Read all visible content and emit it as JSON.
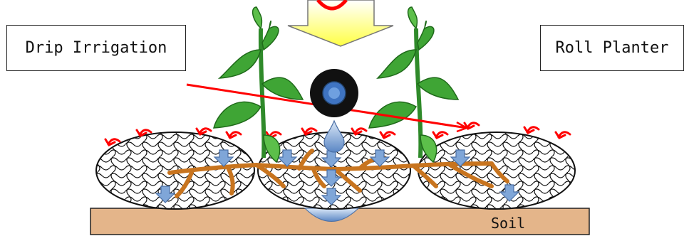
{
  "labels": {
    "drip_irrigation": "Drip Irrigation",
    "roll_planter": "Roll Planter",
    "soil": "Soil"
  },
  "colors": {
    "soil_fill": "#E4B58A",
    "arrow_yellow": "#FFFF66",
    "root_brown": "#C8741E",
    "water_blue": "#7FA6D8",
    "red_line": "#FF0000",
    "leaf_green": "#3FA535"
  },
  "icons": [
    "down-arrow-icon",
    "water-droplet-icon",
    "roller-icon",
    "plant-icon"
  ]
}
